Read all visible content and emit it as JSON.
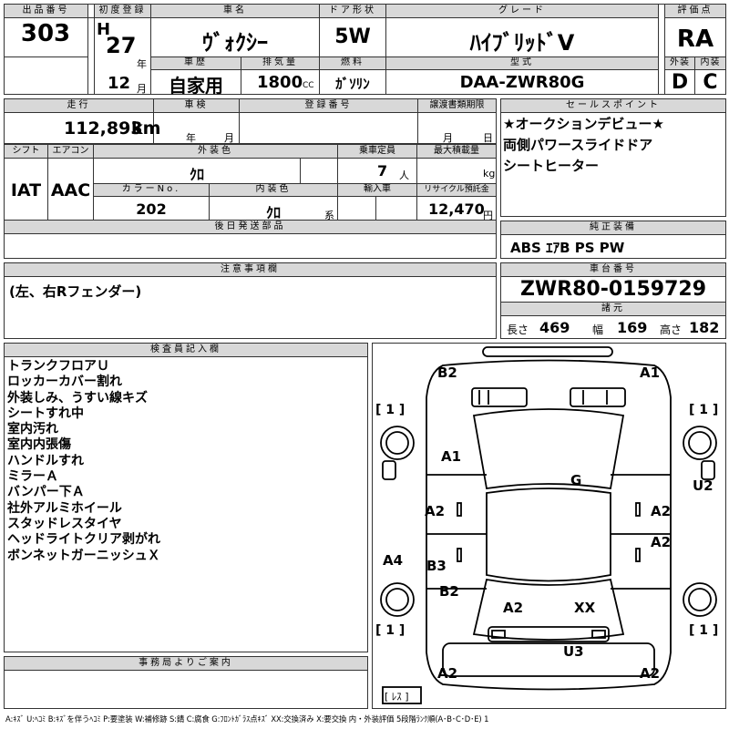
{
  "header": {
    "lot_label": "出品番号",
    "lot_value": "303",
    "first_reg_label": "初度登録",
    "era_letter": "H",
    "year_value": "27",
    "year_unit": "年",
    "month_value": "12",
    "month_unit": "月",
    "car_name_label": "車名",
    "car_name_value": "ｳﾞｫｸｼｰ",
    "door_label": "ドア形状",
    "door_value": "5W",
    "grade_label": "グレード",
    "grade_value": "ﾊｲﾌﾞﾘｯﾄﾞV",
    "score_label": "評価点",
    "score_value": "RA",
    "history_label": "車歴",
    "history_value": "自家用",
    "displacement_label": "排気量",
    "displacement_value": "1800",
    "displacement_unit": "CC",
    "fuel_label": "燃料",
    "fuel_value": "ｶﾞｿﾘﾝ",
    "model_label": "型式",
    "model_value": "DAA-ZWR80G",
    "exterior_label": "外装",
    "exterior_value": "D",
    "interior_label": "内装",
    "interior_value": "C"
  },
  "row2": {
    "mileage_label": "走行",
    "mileage_value": "112,893",
    "mileage_unit": "km",
    "inspection_label": "車検",
    "inspection_year_unit": "年",
    "inspection_month_unit": "月",
    "registration_label": "登録番号",
    "transfer_label": "譲渡書類期限",
    "transfer_month_unit": "月",
    "transfer_day_unit": "日",
    "sales_label": "セールスポイント"
  },
  "spec": {
    "shift_label": "シフト",
    "shift_value": "IAT",
    "ac_label": "エアコン",
    "ac_value": "AAC",
    "ext_color_label": "外装色",
    "ext_color_value": "ｸﾛ",
    "capacity_label": "乗車定員",
    "capacity_value": "7",
    "capacity_unit": "人",
    "load_label": "最大積載量",
    "load_unit": "kg",
    "color_no_label": "カラーNo.",
    "color_no_value": "202",
    "int_color_label": "内装色",
    "int_color_value": "ｸﾛ",
    "int_color_unit": "系",
    "import_label": "輸入車",
    "recycle_label": "リサイクル預託金",
    "recycle_value": "12,470",
    "recycle_unit": "円",
    "parts_label": "後日発送部品"
  },
  "sales_points": [
    "★オークションデビュー★",
    "両側パワースライドドア",
    "シートヒーター"
  ],
  "equipment": {
    "label": "純正装備",
    "value": "ABS ｴｱB PS PW"
  },
  "notes": {
    "label": "注意事項欄",
    "value": "(左、右Rフェンダー)"
  },
  "chassis": {
    "label": "車台番号",
    "value": "ZWR80-0159729",
    "dims_label": "諸元",
    "length_label": "長さ",
    "length_value": "469",
    "width_label": "幅",
    "width_value": "169",
    "height_label": "高さ",
    "height_value": "182"
  },
  "inspector": {
    "label": "検査員記入欄",
    "lines": [
      "トランクフロアＵ",
      "ロッカーカバー割れ",
      "外装しみ、うすい線キズ",
      "シートすれ中",
      "室内汚れ",
      "室内内張傷",
      "ハンドルすれ",
      "ミラーＡ",
      "バンパー下Ａ",
      "社外アルミホイール",
      "スタッドレスタイヤ",
      "ヘッドライトクリア剥がれ",
      "ボンネットガーニッシュＸ"
    ]
  },
  "office": {
    "label": "事務局よりご案内"
  },
  "car_marks": {
    "b2_top": "B2",
    "a1_top": "A1",
    "tire_fl": "[ 1 ]",
    "tire_fr": "[ 1 ]",
    "a1_left": "A1",
    "g_glass": "G",
    "u2_right": "U2",
    "a2_ldoor": "A2",
    "a2_rdoor": "A2",
    "a2_rrear": "A2",
    "a4_left": "A4",
    "b3_left": "B3",
    "b2_left": "B2",
    "a2_hood_l": "A2",
    "xx_hood": "XX",
    "tire_rl": "[ 1 ]",
    "tire_rr": "[ 1 ]",
    "u3_bottom": "U3",
    "a2_bl": "A2",
    "a2_br": "A2",
    "spare_label": "[ ﾚｽ ]"
  },
  "legend": "A:ｷｽﾞ U:ﾍｺﾐ B:ｷｽﾞを伴うﾍｺﾐ P:要塗装 W:補修跡 S:錆 C:腐食 G:ﾌﾛﾝﾄｶﾞﾗｽ点ｷｽﾞ XX:交換済み X:要交換 内・外装評価 5段階ﾗﾝｸ順(A･B･C･D･E) 1"
}
